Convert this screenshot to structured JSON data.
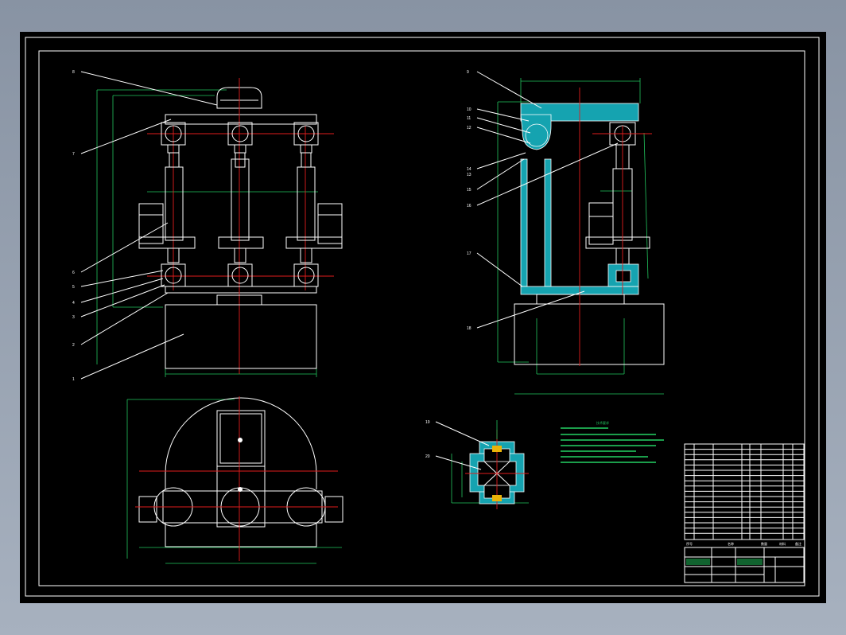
{
  "colors": {
    "background": "#000000",
    "outline": "#ffffff",
    "dimension": "#22c55e",
    "centerline": "#e11d1d",
    "section_fill": "#15a3b0"
  },
  "balloons": {
    "front_view": [
      "8",
      "7",
      "6",
      "5",
      "4",
      "3",
      "2",
      "1"
    ],
    "side_view": [
      "9",
      "10",
      "11",
      "12",
      "14",
      "13",
      "15",
      "16",
      "17",
      "18"
    ],
    "detail_view": [
      "19",
      "20"
    ]
  },
  "notes": {
    "title": "技术要求",
    "lines": [
      "",
      "",
      "",
      "",
      "",
      "",
      ""
    ]
  },
  "bom": {
    "header": [
      "序号",
      "名称",
      "数量",
      "材料",
      "备注"
    ]
  }
}
